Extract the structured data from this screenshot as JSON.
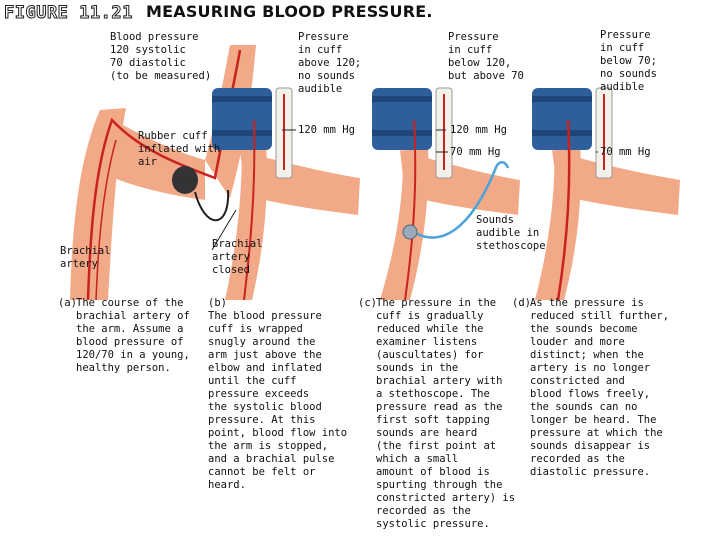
{
  "header": {
    "figure_label": "FIGURE 11.21",
    "title": "MEASURING BLOOD PRESSURE."
  },
  "labels": {
    "blood_pressure": "Blood pressure\n120 systolic\n70 diastolic\n(to be measured)",
    "rubber_cuff": "Rubber cuff\ninflated with\nair",
    "brachial_artery": "Brachial\nartery",
    "brachial_artery_closed": "Brachial\nartery\nclosed",
    "pressure_above_120": "Pressure\nin cuff\nabove 120;\nno sounds\naudible",
    "pressure_below_120": "Pressure\nin cuff\nbelow 120,\nbut above 70",
    "pressure_below_70": "Pressure\nin cuff\nbelow 70;\nno sounds\naudible",
    "mmhg_120_b": "120 mm Hg",
    "mmhg_120_c": "120 mm Hg",
    "mmhg_70_c": "70 mm Hg",
    "mmhg_70_d": "70 mm Hg",
    "sounds_audible": "Sounds\naudible in\nstethoscope"
  },
  "captions": [
    {
      "key": "(a)",
      "text": "The course of the\nbrachial artery of\nthe arm. Assume a\nblood pressure of\n120/70 in a young,\nhealthy person."
    },
    {
      "key": "(b)",
      "text": "The blood pressure\ncuff is wrapped\nsnugly around the\narm just above the\nelbow and inflated\nuntil the cuff\npressure exceeds\nthe systolic blood\npressure. At this\npoint, blood flow into\nthe arm is stopped,\nand a brachial pulse\ncannot be felt or\nheard."
    },
    {
      "key": "(c)",
      "text": "The pressure in the\ncuff is gradually\nreduced while the\nexaminer listens\n(auscultates) for\nsounds in the\nbrachial artery with\na stethoscope. The\npressure read as the\nfirst soft tapping\nsounds are heard\n(the first point at\nwhich a small\namount of blood is\nspurting through the\nconstricted artery) is\nrecorded as the\nsystolic pressure."
    },
    {
      "key": "(d)",
      "text": "As the pressure is\nreduced still further,\nthe sounds become\nlouder and more\ndistinct; when the\nartery is no longer\nconstricted and\nblood flows freely,\nthe sounds can no\nlonger be heard. The\npressure at which the\nsounds disappear is\nrecorded as the\ndiastolic pressure."
    }
  ],
  "colors": {
    "skin": "#f2a987",
    "skin_shade": "#e08866",
    "artery": "#c8231f",
    "cuff": "#2e5f9c",
    "cuff_dark": "#1f4678",
    "tube": "#4aa3d9",
    "gauge": "#f4f1ea"
  }
}
